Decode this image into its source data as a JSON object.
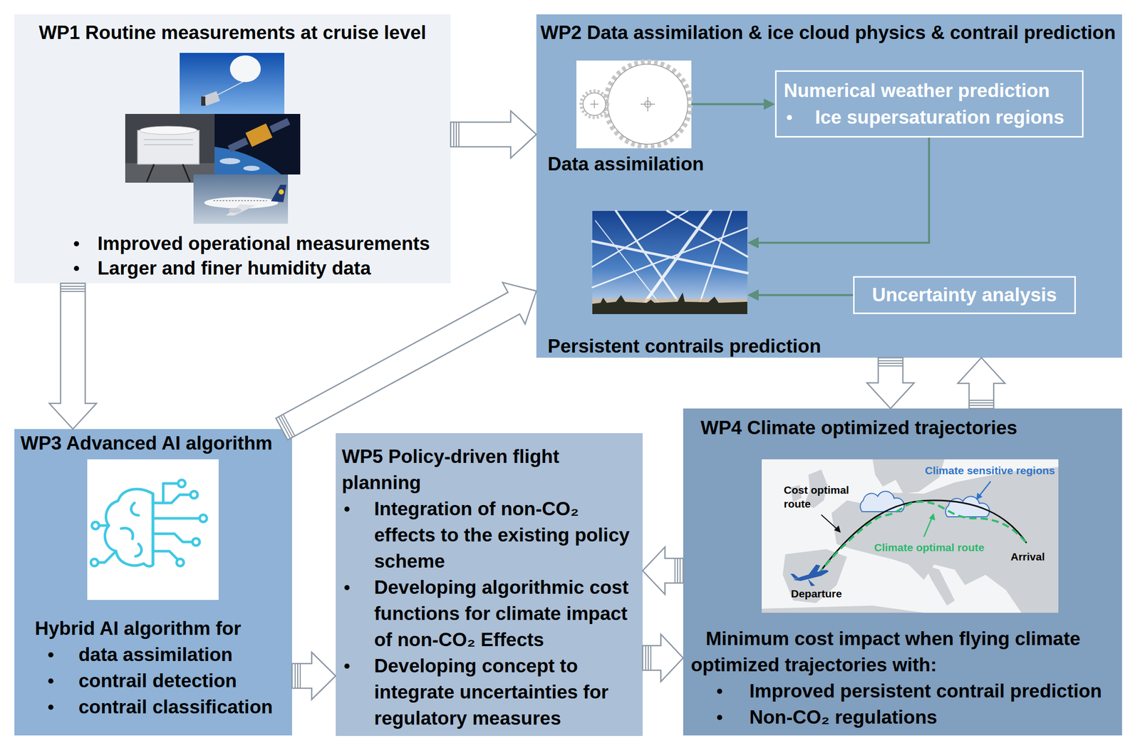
{
  "diagram": {
    "nodes": [
      {
        "text": [
          "WP1 Routine measurements at cruise level",
          "Improved operational measurements",
          "Larger and finer humidity data"
        ]
      },
      {
        "text": [
          "WP2 Data assimilation & ice cloud physics & contrail prediction"
        ]
      },
      {
        "text": [
          "Data assimilation"
        ],
        "in": 1
      },
      {
        "text": [
          "Numerical weather prediction",
          "Ice supersaturation regions"
        ],
        "in": 1
      },
      {
        "text": [
          "Persistent contrails prediction"
        ],
        "in": 1
      },
      {
        "text": [
          "Uncertainty analysis"
        ],
        "in": 1
      },
      {
        "text": [
          "WP3 Advanced AI algorithm",
          "Hybrid AI algorithm for",
          "data assimilation",
          "contrail detection",
          "contrail classification"
        ]
      },
      {
        "text": [
          "WP5 Policy-driven flight planning",
          "Integration of non-CO₂ effects to the existing policy scheme",
          "Developing algorithmic cost functions for climate impact of non-CO₂ Effects",
          "Developing concept to integrate uncertainties for regulatory measures"
        ]
      },
      {
        "text": [
          "WP4 Climate optimized trajectories",
          "Minimum cost impact when flying climate optimized trajectories with:",
          "Improved persistent contrail prediction",
          "Non-CO₂ regulations"
        ]
      }
    ],
    "edges": [
      {
        "from": 0,
        "to": 1,
        "arrow": "to"
      },
      {
        "from": 0,
        "to": 6,
        "arrow": "to"
      },
      {
        "from": 6,
        "to": 1,
        "arrow": "to"
      },
      {
        "from": 6,
        "to": 7,
        "arrow": "to"
      },
      {
        "from": 1,
        "to": 8,
        "arrow": "to"
      },
      {
        "from": 8,
        "to": 1,
        "arrow": "to"
      },
      {
        "from": 8,
        "to": 7,
        "arrow": "to"
      },
      {
        "from": 7,
        "to": 8,
        "arrow": "to"
      },
      {
        "from": 2,
        "to": 3,
        "arrow": "to"
      },
      {
        "from": 3,
        "to": 4,
        "arrow": "to"
      },
      {
        "from": 5,
        "to": 4,
        "arrow": "to"
      }
    ],
    "labels": [
      "Climate sensitive regions",
      "Cost optimal route",
      "Climate optimal route",
      "Arrival",
      "Departure"
    ]
  }
}
